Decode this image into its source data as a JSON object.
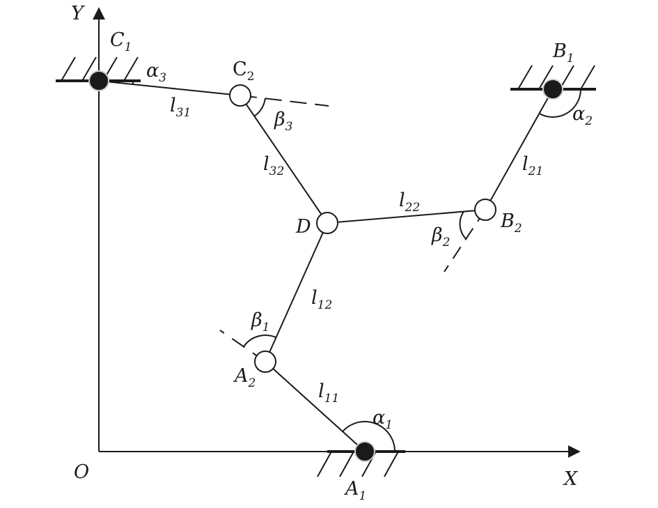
{
  "diagram": {
    "axes": {
      "x_label": "X",
      "y_label": "Y",
      "origin_label": "O"
    },
    "points": {
      "A1": {
        "main": "A",
        "sub": "1"
      },
      "A2": {
        "main": "A",
        "sub": "2"
      },
      "B1": {
        "main": "B",
        "sub": "1"
      },
      "B2": {
        "main": "B",
        "sub": "2"
      },
      "C1": {
        "main": "C",
        "sub": "1"
      },
      "C2": {
        "main": "C",
        "sub": "2"
      },
      "D": {
        "main": "D"
      }
    },
    "links": {
      "l11": {
        "main": "l",
        "sub": "11"
      },
      "l12": {
        "main": "l",
        "sub": "12"
      },
      "l21": {
        "main": "l",
        "sub": "21"
      },
      "l22": {
        "main": "l",
        "sub": "22"
      },
      "l31": {
        "main": "l",
        "sub": "31"
      },
      "l32": {
        "main": "l",
        "sub": "32"
      }
    },
    "angles": {
      "alpha1": {
        "main": "α",
        "sub": "1"
      },
      "alpha2": {
        "main": "α",
        "sub": "2"
      },
      "alpha3": {
        "main": "α",
        "sub": "3"
      },
      "beta1": {
        "main": "β",
        "sub": "1"
      },
      "beta2": {
        "main": "β",
        "sub": "2"
      },
      "beta3": {
        "main": "β",
        "sub": "3"
      }
    },
    "colors": {
      "ink": "#1a1a1a",
      "joint_fill": "#ffffff",
      "fixed_fill": "#1a1a1a"
    }
  }
}
